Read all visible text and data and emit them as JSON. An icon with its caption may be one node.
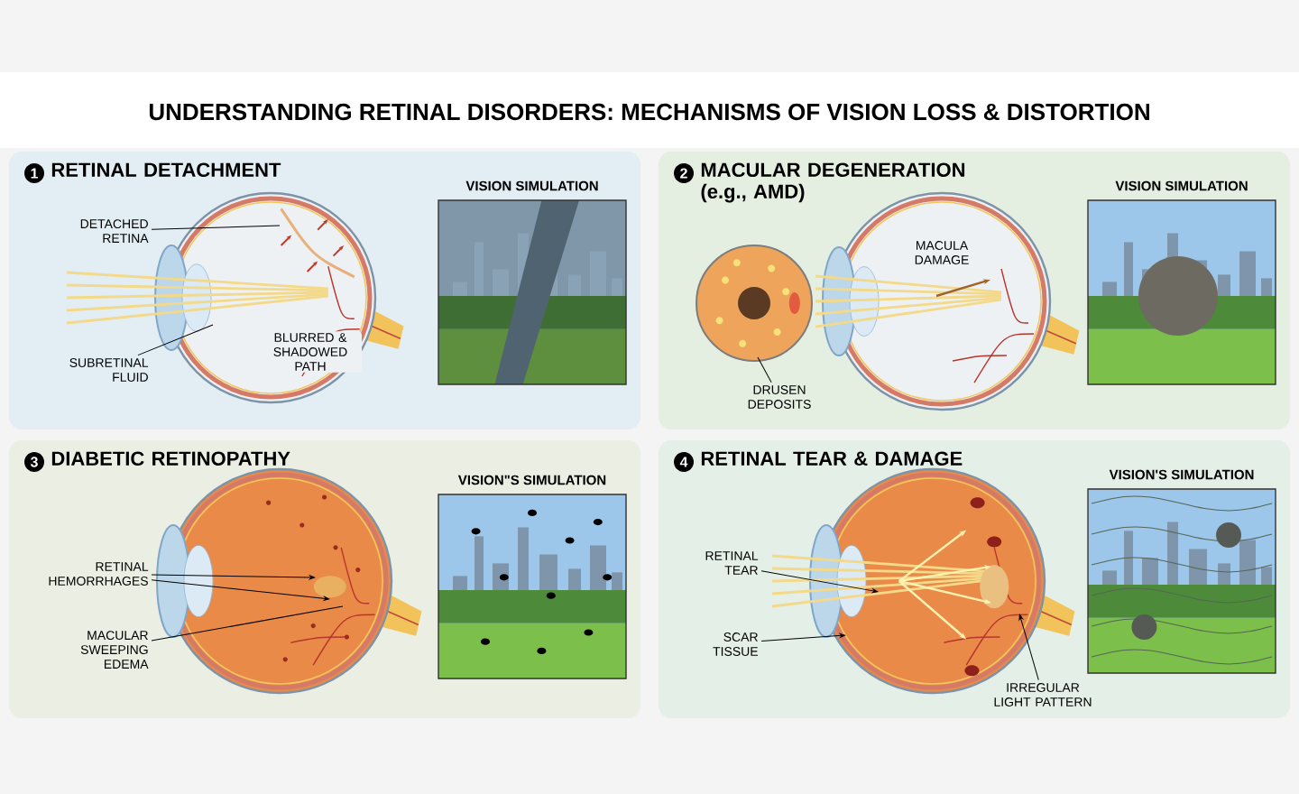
{
  "diagram": {
    "title": "UNDERSTANDING RETINAL DISORDERS: MECHANISMS OF VISION LOSS & DISTORTION",
    "nodes": [
      {
        "text": [
          "1",
          "RETINAL DETACHMENT"
        ]
      },
      {
        "text": [],
        "shape": "picture",
        "in": 0
      },
      {
        "text": [
          "VISION SIMULATION"
        ],
        "in": 0
      },
      {
        "text": [
          "DETACHED RETINA"
        ],
        "in": 0
      },
      {
        "text": [
          "SUBRETINAL FLUID"
        ],
        "in": 0
      },
      {
        "text": [
          "2",
          "MACULAR DEGENERATION (e.g., AMD)"
        ]
      },
      {
        "text": [],
        "shape": "picture",
        "in": 5
      },
      {
        "text": [],
        "shape": "picture",
        "in": 5
      },
      {
        "text": [
          "VISION SIMULATION"
        ],
        "in": 5
      },
      {
        "text": [
          "DRUSEN DEPOSITS"
        ],
        "in": 5
      },
      {
        "text": [
          "3",
          "DIABETIC RETINOPATHY"
        ]
      },
      {
        "text": [],
        "shape": "picture",
        "in": 10
      },
      {
        "text": [
          "VISION\"S SIMULATION"
        ],
        "in": 10
      },
      {
        "text": [
          "RETINAL HEMORRHAGES"
        ],
        "in": 10
      },
      {
        "text": [
          "MACULAR SWEEPING EDEMA"
        ],
        "in": 10
      },
      {
        "text": [
          "4",
          "RETINAL TEAR & DAMAGE"
        ]
      },
      {
        "text": [],
        "shape": "picture",
        "in": 15
      },
      {
        "text": [
          "VISION'S SIMULATION"
        ],
        "in": 15
      },
      {
        "text": [
          "RETINAL TEAR"
        ],
        "in": 15
      },
      {
        "text": [
          "SCAR TISSUE"
        ],
        "in": 15
      },
      {
        "text": [
          "IRREGULAR LIGHT PATTERN"
        ],
        "in": 15
      }
    ],
    "edges": [
      {
        "from": 3,
        "to": 1,
        "arrow": "none"
      },
      {
        "from": 4,
        "to": 1,
        "arrow": "none"
      },
      {
        "from": 9,
        "to": 6,
        "arrow": "none"
      },
      {
        "from": 13,
        "to": 11,
        "arrow": "to"
      },
      {
        "from": 13,
        "to": 11,
        "arrow": "to"
      },
      {
        "from": 14,
        "to": 11,
        "arrow": "none"
      },
      {
        "from": 18,
        "to": 16,
        "arrow": "to"
      },
      {
        "from": 19,
        "to": 16,
        "arrow": "to"
      },
      {
        "from": 20,
        "to": 16,
        "arrow": "to"
      }
    ],
    "labels": [
      "BLURRED & SHADOWED PATH",
      "MACULA DAMAGE"
    ]
  }
}
